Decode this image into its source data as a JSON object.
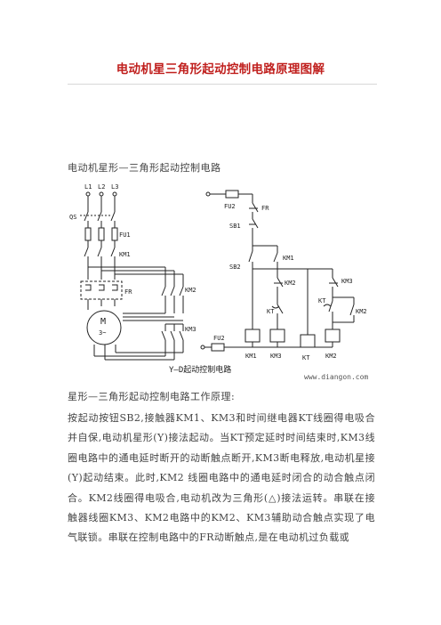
{
  "document": {
    "title": "电动机星三角形起动控制电路原理图解",
    "subtitle": "电动机星形—三角形起动控制电路",
    "section_heading": "星形—三角形起动控制电路工作原理:",
    "paragraph": "按起动按钮SB2,接触器KM1、KM3和时间继电器KT线圈得电吸合并自保,电动机星形(Y)接法起动。当KT预定延时时间结束时,KM3线圈电路中的通电延时断开的动断触点断开,KM3断电释放,电动机星接(Y)起动结束。此时,KM2 线圈电路中的通电延时闭合的动合触点闭合。KM2线圈得电吸合,电动机改为三角形(△)接法运转。串联在接触器线圈KM3、KM2电路中的KM2、KM3辅助动合触点实现了电气联锁。串联在控制电路中的FR动断触点,是在电动机过负载或"
  },
  "diagram": {
    "caption": "Y—D起动控制电路",
    "watermark": "www.diangon.com",
    "labels": {
      "l1": "L1",
      "l2": "L2",
      "l3": "L3",
      "qs": "QS",
      "fu1": "FU1",
      "km1": "KM1",
      "fr": "FR",
      "km2": "KM2",
      "km3": "KM3",
      "motor": "M",
      "motor_phase": "3~",
      "fu2": "FU2",
      "sb1": "SB1",
      "sb2": "SB2",
      "kt": "KT",
      "coil_km1": "KM1",
      "coil_km3": "KM3",
      "coil_kt": "KT",
      "coil_km2": "KM2"
    }
  }
}
